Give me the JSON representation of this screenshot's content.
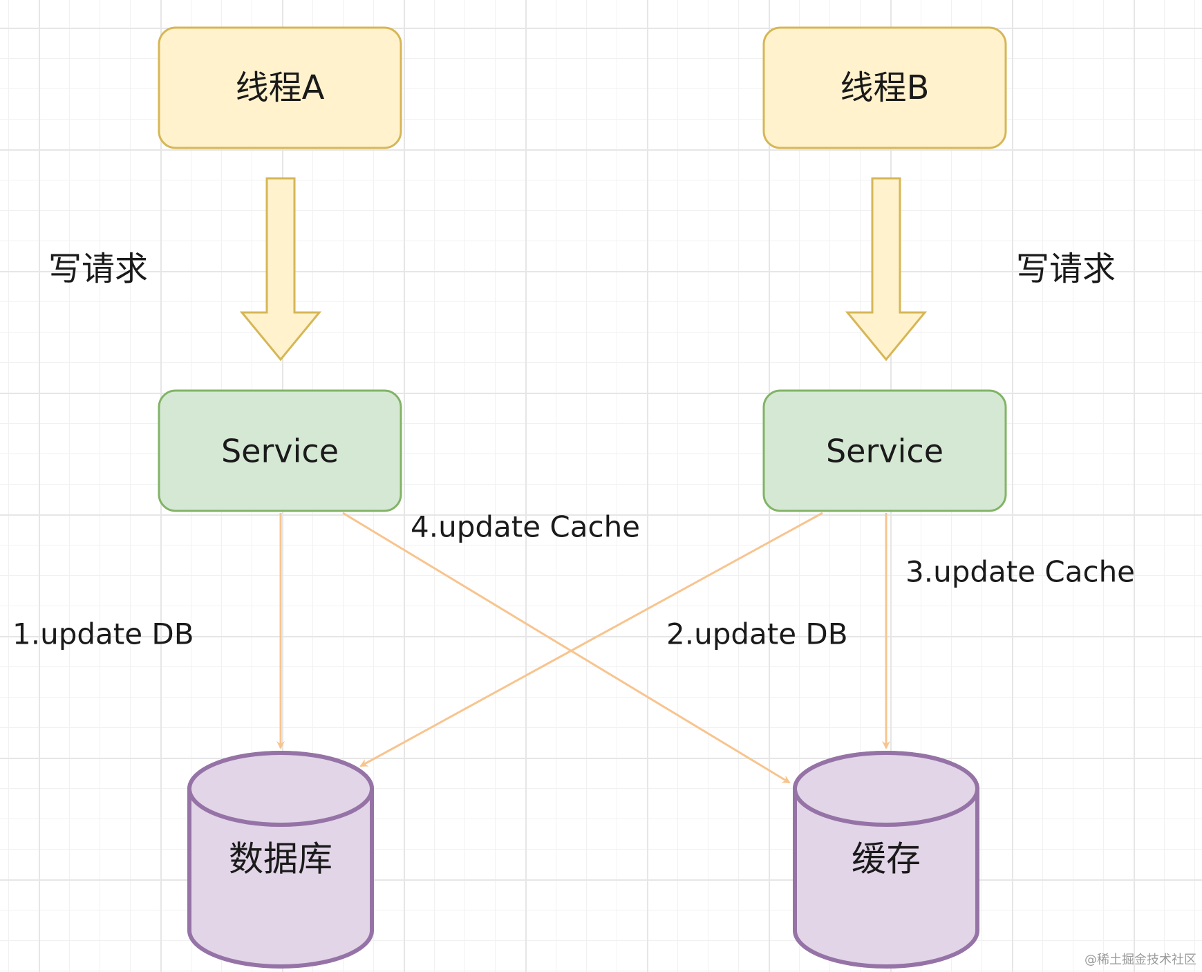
{
  "threads": [
    {
      "label": "线程A"
    },
    {
      "label": "线程B"
    }
  ],
  "request_labels": [
    {
      "label": "写请求"
    },
    {
      "label": "写请求"
    }
  ],
  "services": [
    {
      "label": "Service"
    },
    {
      "label": "Service"
    }
  ],
  "stores": [
    {
      "label": "数据库"
    },
    {
      "label": "缓存"
    }
  ],
  "edges": [
    {
      "label": "1.update DB"
    },
    {
      "label": "2.update DB"
    },
    {
      "label": "3.update Cache"
    },
    {
      "label": "4.update Cache"
    }
  ],
  "colors": {
    "thread_fill": "#fff2cc",
    "thread_stroke": "#d6b656",
    "service_fill": "#d5e8d4",
    "service_stroke": "#82b366",
    "store_fill": "#e1d5e7",
    "store_stroke": "#9673a6",
    "edge": "#f8c48e"
  },
  "watermark": "@稀土掘金技术社区"
}
